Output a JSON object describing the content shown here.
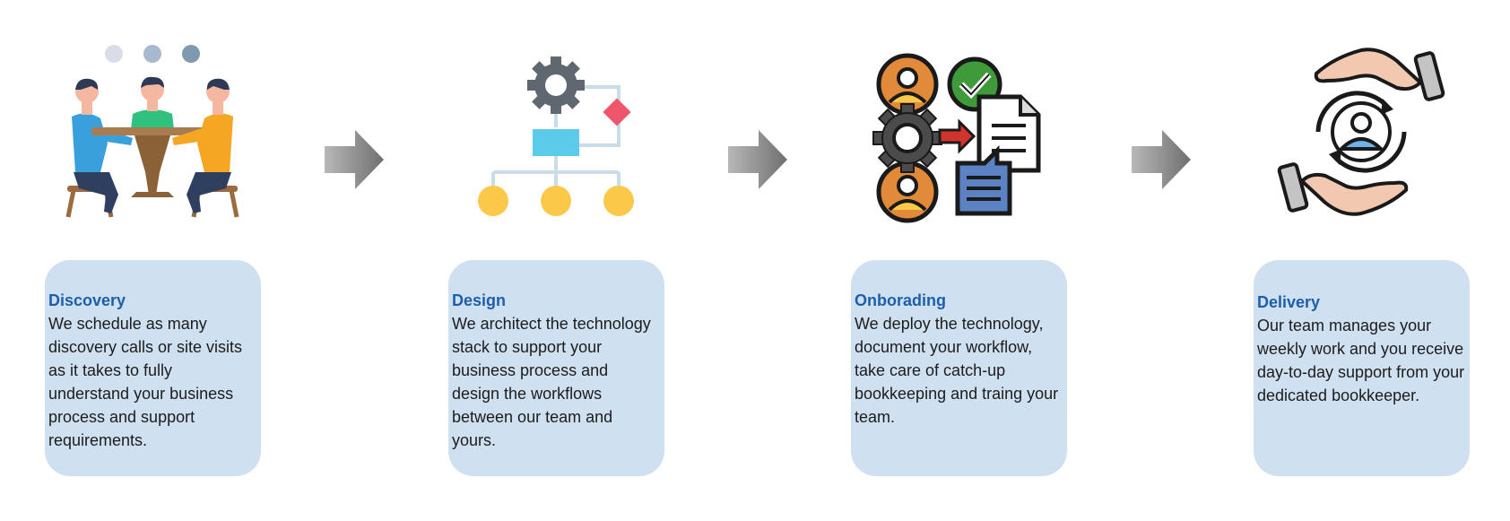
{
  "steps": [
    {
      "title": "Discovery",
      "text": "We schedule as many discovery calls or site visits as it takes to fully understand your business process and support requirements.",
      "icon": "team-meeting-icon"
    },
    {
      "title": "Design",
      "text": "We architect the technology stack to support your business process and design the workflows between our team and yours.",
      "icon": "workflow-diagram-icon"
    },
    {
      "title": "Onborading",
      "text": "We deploy the technology, document your workflow, take care of catch-up bookkeeping and traing your team.",
      "icon": "onboarding-icon"
    },
    {
      "title": "Delivery",
      "text": "Our team manages your weekly work and you receive day-to-day support from your dedicated bookkeeper.",
      "icon": "hands-support-icon"
    }
  ],
  "colors": {
    "card_bg": "#cfe0f1",
    "title": "#1f5eaa",
    "text": "#1c1c1c",
    "arrow": "#8a8a8a"
  }
}
